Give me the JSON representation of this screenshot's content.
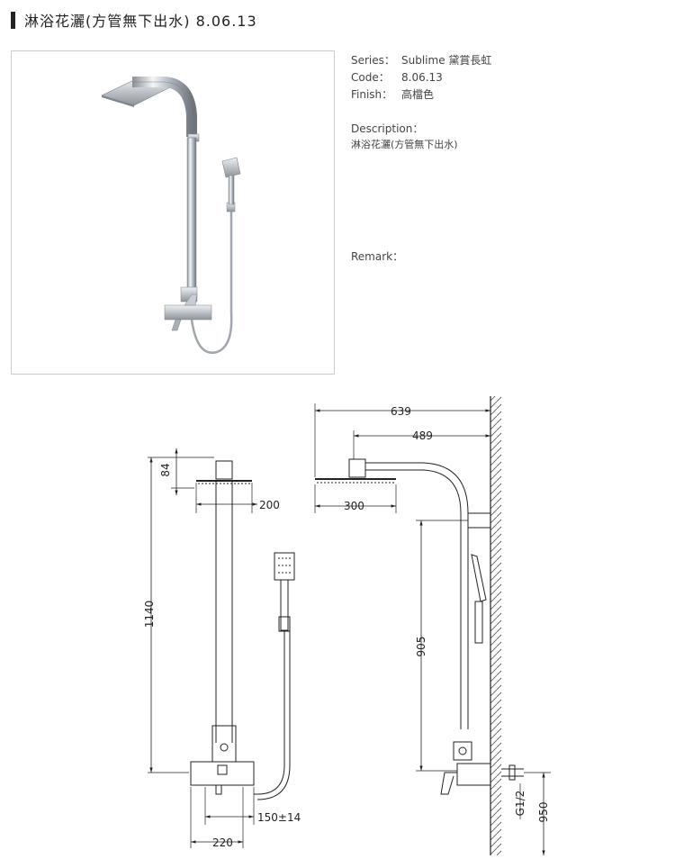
{
  "header": {
    "title": "淋浴花灑(方管無下出水) 8.06.13"
  },
  "specs": [
    {
      "label": "Series：",
      "value": "Sublime 黛賞長虹"
    },
    {
      "label": "Code：",
      "value": "8.06.13"
    },
    {
      "label": "Finish：",
      "value": "高檔色"
    }
  ],
  "description": {
    "label": "Description：",
    "text": "淋浴花灑(方管無下出水)"
  },
  "remark": {
    "label": "Remark："
  },
  "drawing": {
    "dims": {
      "d639": "639",
      "d489": "489",
      "d84": "84",
      "d200": "200",
      "d300": "300",
      "d1140": "1140",
      "d905": "905",
      "d150": "150±14",
      "d220": "220",
      "dG12": "G1/2",
      "d950": "950"
    }
  }
}
